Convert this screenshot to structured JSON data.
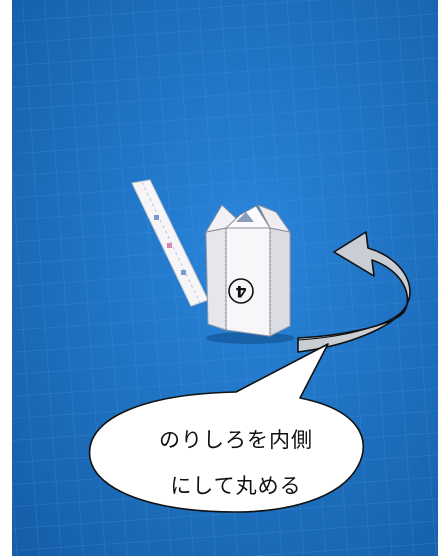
{
  "callout": {
    "line1": "のりしろを内側",
    "line2": "にして丸める"
  },
  "model": {
    "number_label": "4"
  },
  "colors": {
    "mat_blue": "#1e74c7",
    "mat_grid": "#3d8ee0",
    "arrow_fill": "#c9ced4",
    "paper": "#f3f3f5"
  },
  "icons": [
    "curved-arrow-icon",
    "speech-bubble-icon",
    "circled-number-icon"
  ]
}
